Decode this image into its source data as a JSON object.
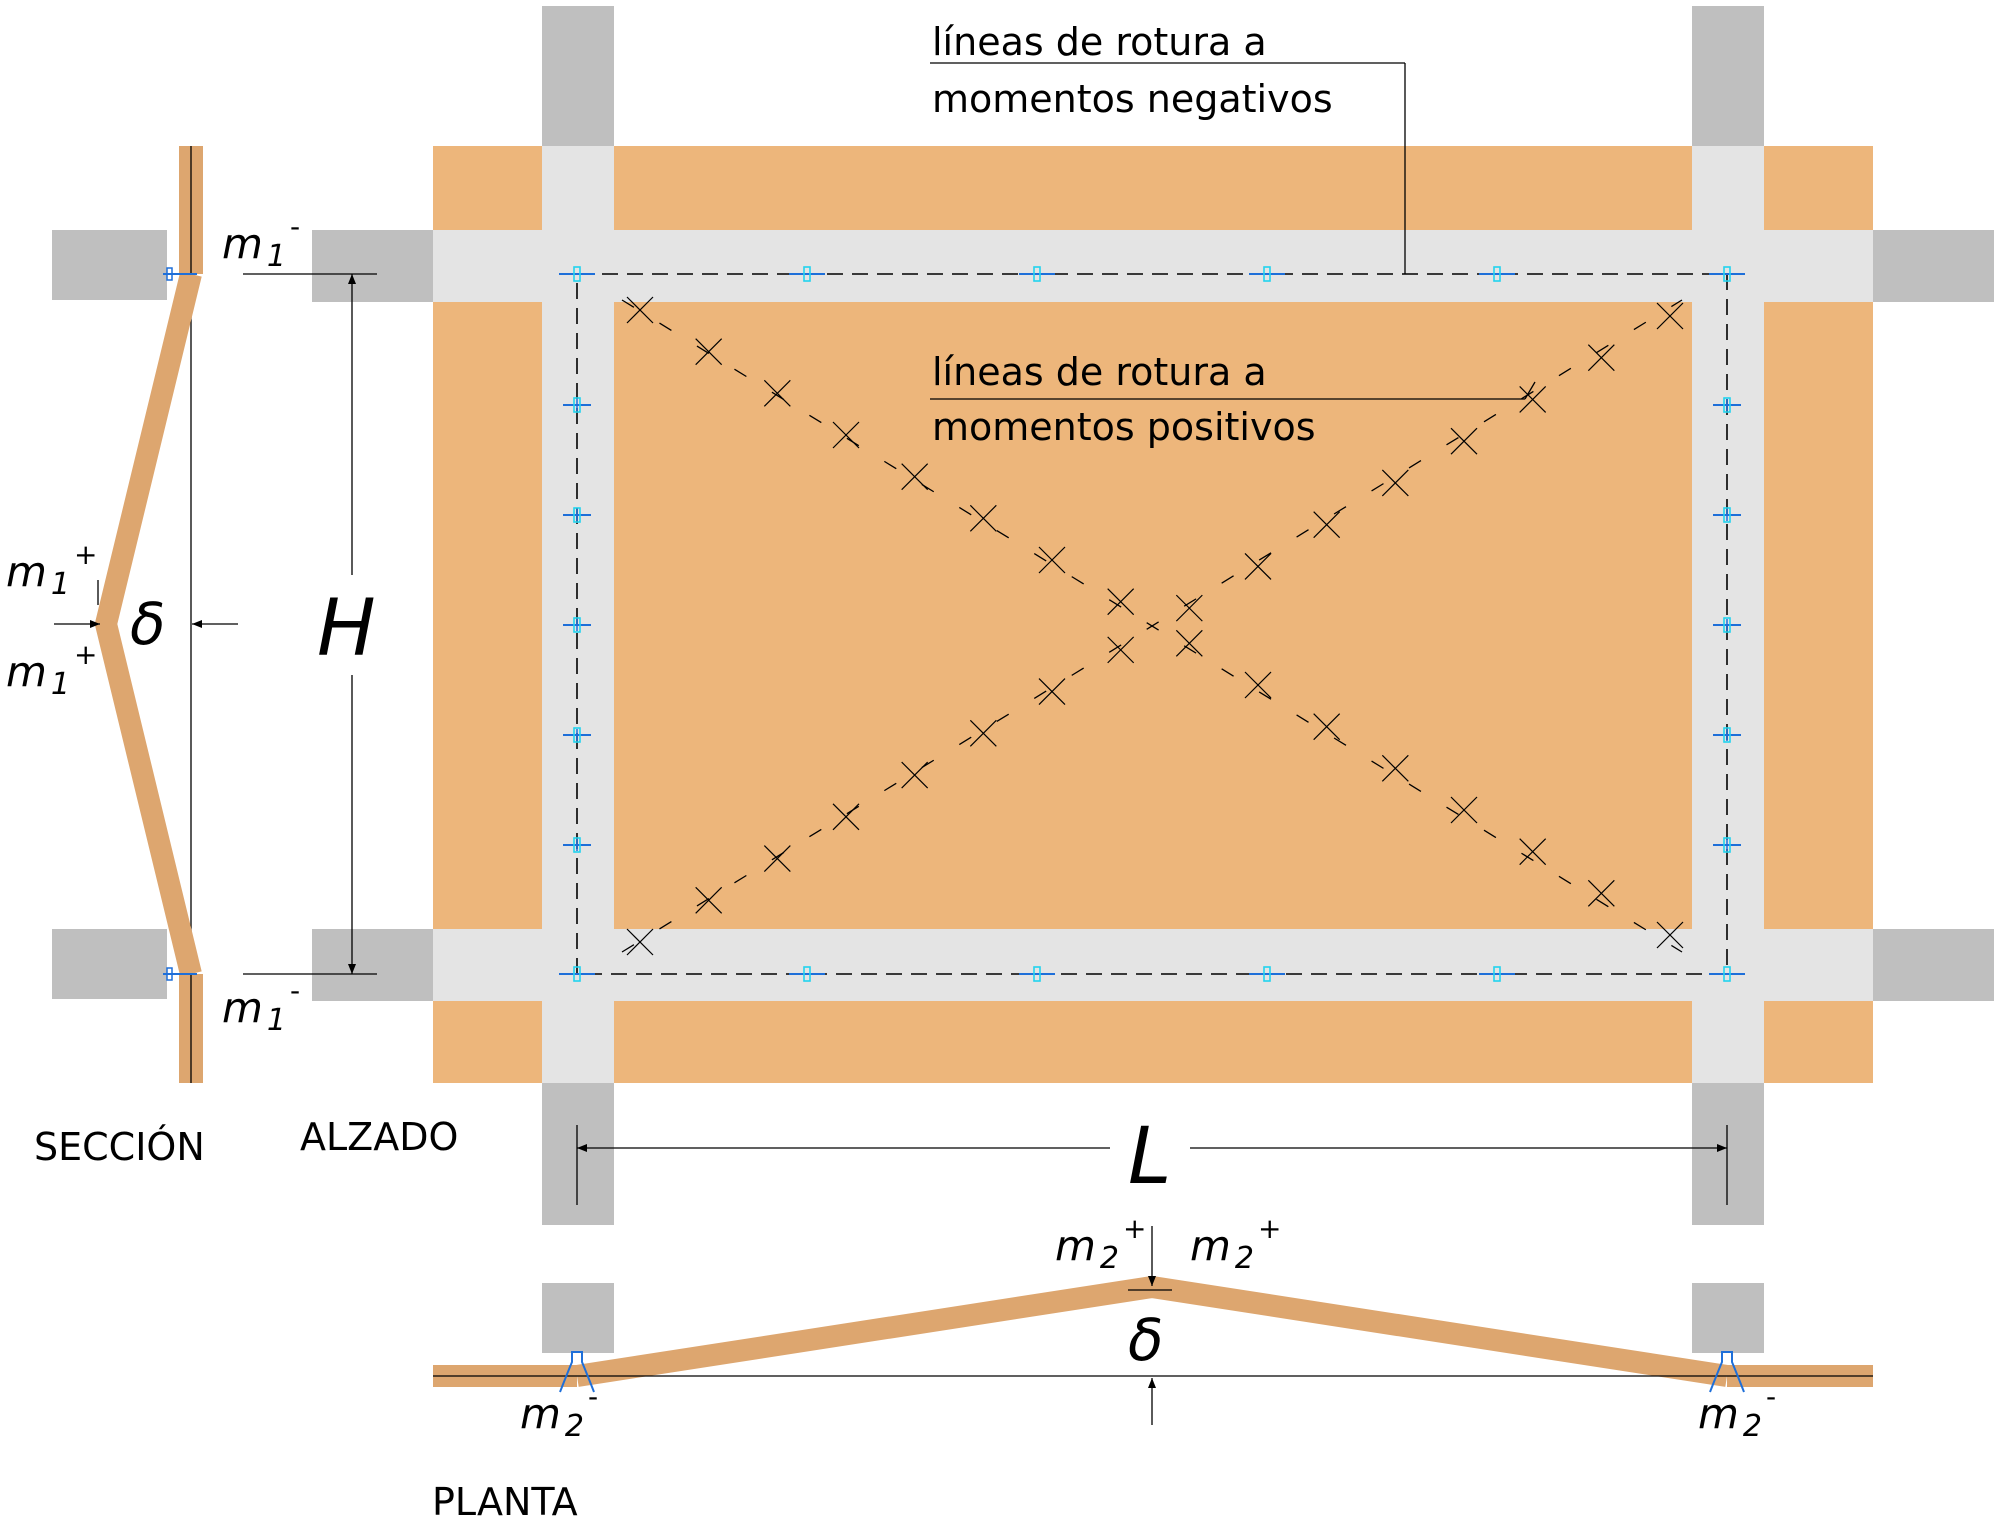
{
  "diagram": {
    "annotations": {
      "negative": [
        "líneas de rotura a",
        "momentos negativos"
      ],
      "positive": [
        "líneas de rotura a",
        "momentos positivos"
      ]
    },
    "view_titles": {
      "section": "SECCIÓN",
      "elevation": "ALZADO",
      "plan": "PLANTA"
    },
    "dimensions": {
      "height": "H",
      "length": "L",
      "deflection": "δ"
    },
    "moments": {
      "m1_neg": {
        "base": "m",
        "sub": "1",
        "sup": "-"
      },
      "m1_pos": {
        "base": "m",
        "sub": "1",
        "sup": "+"
      },
      "m2_neg": {
        "base": "m",
        "sub": "2",
        "sup": "-"
      },
      "m2_pos": {
        "base": "m",
        "sub": "2",
        "sup": "+"
      }
    },
    "colors": {
      "slab": "#EDB67B",
      "beam_band": "#E4E4E4",
      "column": "#BFBFBF",
      "deflected_slab": "#DDA66F",
      "hinge_marker": "#1E6FD9",
      "hinge_marker_accent": "#22D3EE",
      "line": "#000000"
    }
  }
}
